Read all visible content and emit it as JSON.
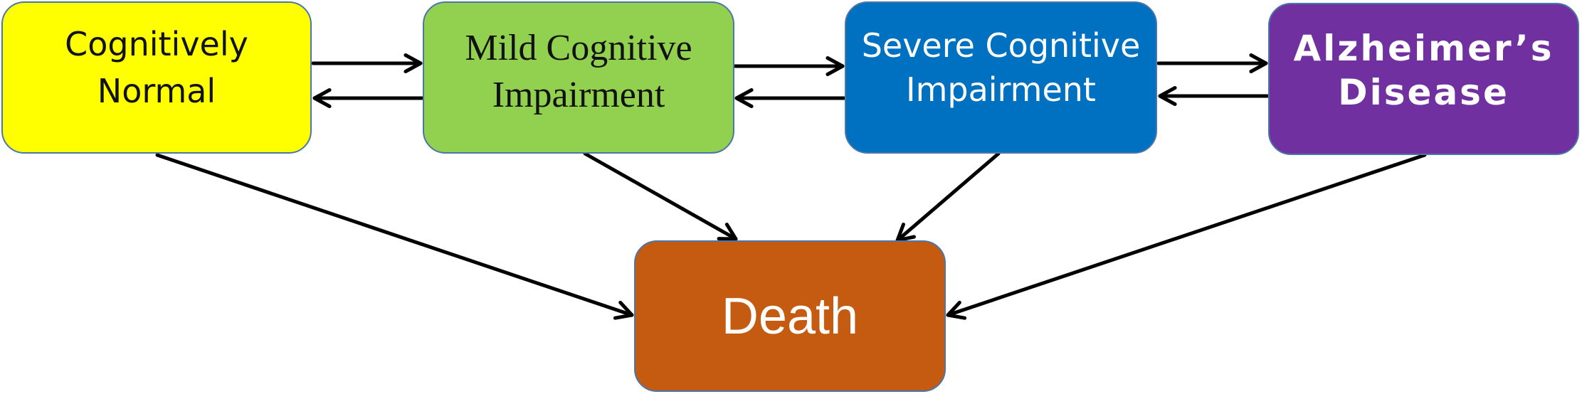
{
  "nodes": {
    "cognitively_normal": {
      "label": "Cognitively\nNormal",
      "color": "#ffff00"
    },
    "mild_cognitive_impairment": {
      "label": "Mild Cognitive\nImpairment",
      "color": "#92d050"
    },
    "severe_cognitive_impairment": {
      "label": "Severe Cognitive\nImpairment",
      "color": "#0070c0"
    },
    "alzheimers_disease": {
      "label": "Alzheimer’s\nDisease",
      "color": "#7030a0"
    },
    "death": {
      "label": "Death",
      "color": "#c55a11"
    }
  },
  "edges": [
    {
      "from": "cognitively_normal",
      "to": "mild_cognitive_impairment"
    },
    {
      "from": "mild_cognitive_impairment",
      "to": "cognitively_normal"
    },
    {
      "from": "mild_cognitive_impairment",
      "to": "severe_cognitive_impairment"
    },
    {
      "from": "severe_cognitive_impairment",
      "to": "mild_cognitive_impairment"
    },
    {
      "from": "severe_cognitive_impairment",
      "to": "alzheimers_disease"
    },
    {
      "from": "alzheimers_disease",
      "to": "severe_cognitive_impairment"
    },
    {
      "from": "cognitively_normal",
      "to": "death"
    },
    {
      "from": "mild_cognitive_impairment",
      "to": "death"
    },
    {
      "from": "severe_cognitive_impairment",
      "to": "death"
    },
    {
      "from": "alzheimers_disease",
      "to": "death"
    }
  ],
  "colors": {
    "arrow": "#000000",
    "node_border": "#4a76a8"
  }
}
